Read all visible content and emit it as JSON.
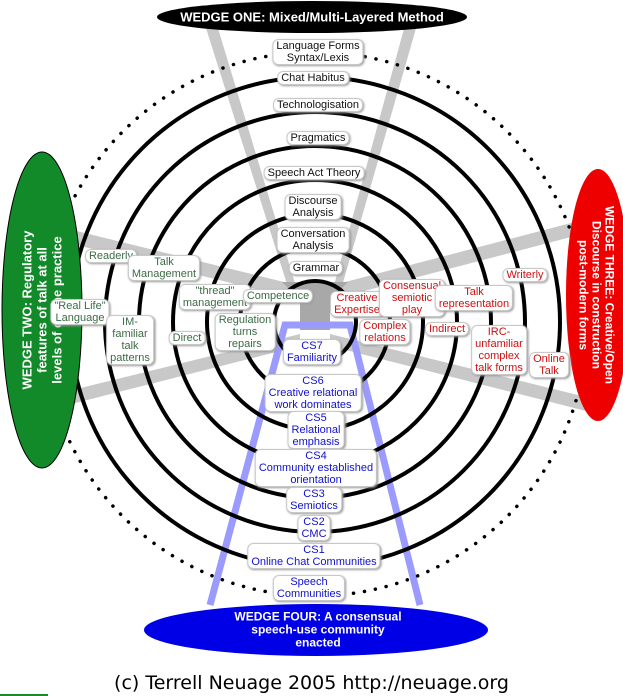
{
  "wedges": {
    "one": {
      "label": "WEDGE ONE: Mixed/Multi-Layered Method",
      "color": "#000000"
    },
    "two": {
      "label": "WEDGE TWO: Regulatory\nfeatures of talk at all\nlevels of online practice",
      "color": "#138a2a"
    },
    "three": {
      "label": "WEDGE THREE: Creative/Open\nDiscourse in construction\npost-modern forms",
      "color": "#ee0000"
    },
    "four": {
      "label": "WEDGE FOUR: A consensual\nspeech-use community\nenacted",
      "color": "#0000e6"
    }
  },
  "method_layers": [
    "Language Forms\nSyntax/Lexis",
    "Chat Habitus",
    "Technologisation",
    "Pragmatics",
    "Speech Act Theory",
    "Discourse\nAnalysis",
    "Conversation\nAnalysis",
    "Grammar"
  ],
  "regulatory_labels": [
    "Readerly",
    "Talk\nManagement",
    "\"thread\"\nmanagement",
    "Competence",
    "\"Real Life\"\nLanguage",
    "IM-\nfamiliar\ntalk\npatterns",
    "Direct",
    "Regulation\nturns\nrepairs"
  ],
  "creative_labels": [
    "Creative\nExpertise",
    "Consensual\nsemiotic\nplay",
    "Complex\nrelations",
    "Talk\nrepresentation",
    "Indirect",
    "Writerly",
    "IRC-\nunfamiliar\ncomplex\ntalk forms",
    "Online\nTalk"
  ],
  "community_stages": [
    "CS7\nFamiliarity",
    "CS6\nCreative relational\nwork dominates",
    "CS5\nRelational\nemphasis",
    "CS4\nCommunity established\norientation",
    "CS3\nSemiotics",
    "CS2\nCMC",
    "CS1\nOnline Chat Communities",
    "Speech\nCommunities"
  ],
  "footer": {
    "copyright": "(c) Terrell Neuage 2005    http://neuage.org"
  },
  "colors": {
    "ring": "#000000",
    "band": "#c4c4c4",
    "blue_band": "#9a9aff",
    "center": "#9e9e9e"
  }
}
